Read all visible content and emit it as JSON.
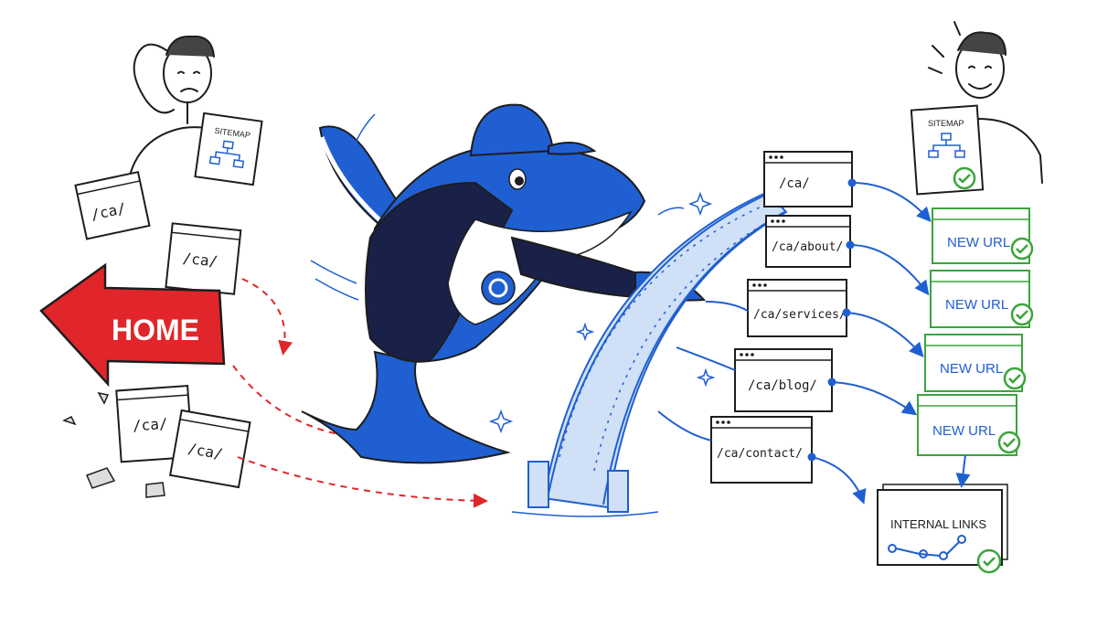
{
  "left": {
    "sitemap_label": "SITEMAP",
    "broken_pages": [
      "/ca/",
      "/ca/",
      "/ca/",
      "/ca/"
    ],
    "home_label": "HOME"
  },
  "right": {
    "sitemap_label": "SITEMAP",
    "old_urls": [
      "/ca/",
      "/ca/about/",
      "/ca/services/",
      "/ca/blog/",
      "/ca/contact/"
    ],
    "new_url_label": "NEW URL",
    "internal_links_label": "INTERNAL LINKS"
  },
  "colors": {
    "brand_blue": "#1f5fd1",
    "arrow_red": "#e0262a",
    "success_green": "#3aa53a",
    "ink": "#1d1d1d",
    "navy": "#1a2148"
  }
}
